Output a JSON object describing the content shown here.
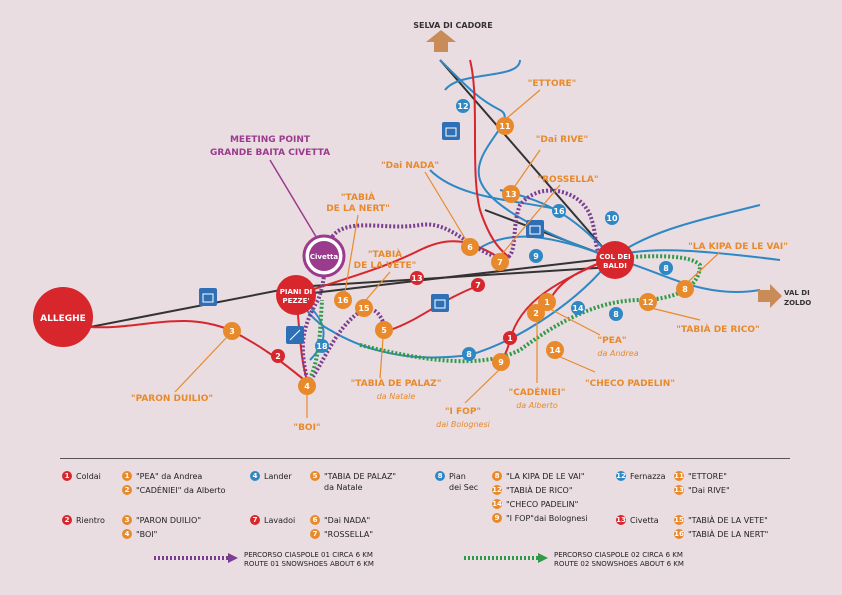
{
  "places": {
    "alleghe": "ALLEGHE",
    "piani_di_pezze_l1": "PIANI DI",
    "piani_di_pezze_l2": "PEZZE'",
    "col_dei_baldi_l1": "COL DEI",
    "col_dei_baldi_l2": "BALDI",
    "selva_di_cadore": "SELVA DI CADORE",
    "val_di_zoldo_l1": "VAL DI",
    "val_di_zoldo_l2": "ZOLDO",
    "meeting_point_l1": "MEETING POINT",
    "meeting_point_l2": "GRANDE BAITA CIVETTA",
    "logo_text": "Civetta"
  },
  "huts": {
    "ettore": "\"ETTORE\"",
    "dai_rive": "\"Dai RIVE\"",
    "dai_nada": "\"Dai NADA\"",
    "rossella": "\"ROSSELLA\"",
    "tabia_nert_l1": "\"TABIÀ",
    "tabia_nert_l2": "DE LA NERT\"",
    "tabia_vete_l1": "\"TABIÀ",
    "tabia_vete_l2": "DE LA VETE\"",
    "kipa": "\"LA KIPA DE LE VAI\"",
    "tabia_rico": "\"TABIÀ DE RICO\"",
    "pea": "\"PEA\"",
    "pea_sub": "da Andrea",
    "checo": "\"CHECO PADELIN\"",
    "cadeniei": "\"CADÉNIEI\"",
    "cadeniei_sub": "da Alberto",
    "ifop": "\"I FOP\"",
    "ifop_sub": "dai Bolognesi",
    "palaz": "\"TABIÀ DE PALAZ\"",
    "palaz_sub": "da Natale",
    "paron": "\"PARON DUILIO\"",
    "boi": "\"BOI\""
  },
  "legend": {
    "coldai": "Coldai",
    "rientro": "Rientro",
    "pea": "\"PEA\" da Andrea",
    "cadeniei": "\"CADÉNIEI\" da Alberto",
    "paron": "\"PARON DUILIO\"",
    "boi": "\"BOI\"",
    "lander": "Lander",
    "lavadoi": "Lavadoi",
    "palaz_l1": "\"TABIA DE PALAZ\"",
    "palaz_l2": "da Natale",
    "dai_nada": "\"Dai NADA\"",
    "rossella": "\"ROSSELLA\"",
    "pian_l1": "Pian",
    "pian_l2": "dei Sec",
    "kipa": "\"LA KIPA DE LE VAI\"",
    "tabia_rico": "\"TABIÀ DE RICO\"",
    "checo": "\"CHECO PADELIN\"",
    "ifop": "\"I FOP\"dai Bolognesi",
    "fernazza": "Fernazza",
    "civetta": "Civetta",
    "ettore": "\"ETTORE\"",
    "dai_rive": "\"Dai RIVE\"",
    "tabia_vete": "\"TABIÀ DE LA VETE\"",
    "tabia_nert": "\"TABIÀ DE LA NERT\"",
    "route1_l1": "PERCORSO CIASPOLE 01 CIRCA 6 KM",
    "route1_l2": "ROUTE 01 SNOWSHOES ABOUT 6 KM",
    "route2_l1": "PERCORSO CIASPOLE 02 CIRCA 6 KM",
    "route2_l2": "ROUTE 02 SNOWSHOES ABOUT 6 KM",
    "n1": "1",
    "n2": "2",
    "n3": "3",
    "n4": "4",
    "n5": "5",
    "n6": "6",
    "n7": "7",
    "n8": "8",
    "n9": "9",
    "n11": "11",
    "n12": "12",
    "n13": "13",
    "n14": "14",
    "n15": "15",
    "n16": "16"
  },
  "colors": {
    "background": "#e9dde2",
    "red_slope": "#d7262c",
    "blue_slope": "#2e88c4",
    "hut_orange": "#e88a2b",
    "route1_purple": "#7a3d8f",
    "route2_green": "#2f9a47",
    "lift_black": "#333333",
    "meeting_magenta": "#9b3b8d"
  }
}
